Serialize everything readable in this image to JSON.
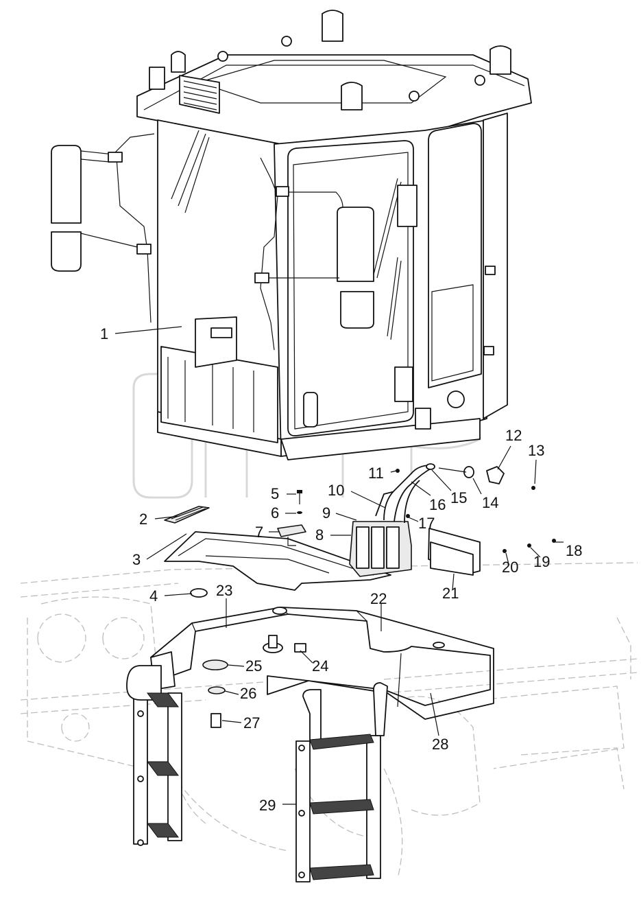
{
  "callouts": [
    {
      "label": "1"
    },
    {
      "label": "2"
    },
    {
      "label": "3"
    },
    {
      "label": "4"
    },
    {
      "label": "5"
    },
    {
      "label": "6"
    },
    {
      "label": "7"
    },
    {
      "label": "8"
    },
    {
      "label": "9"
    },
    {
      "label": "10"
    },
    {
      "label": "11"
    },
    {
      "label": "12"
    },
    {
      "label": "13"
    },
    {
      "label": "14"
    },
    {
      "label": "15"
    },
    {
      "label": "16"
    },
    {
      "label": "17"
    },
    {
      "label": "18"
    },
    {
      "label": "19"
    },
    {
      "label": "20"
    },
    {
      "label": "21"
    },
    {
      "label": "22"
    },
    {
      "label": "23"
    },
    {
      "label": "24"
    },
    {
      "label": "25"
    },
    {
      "label": "26"
    },
    {
      "label": "27"
    },
    {
      "label": "28"
    },
    {
      "label": "29"
    }
  ],
  "colors": {
    "line": "#111111",
    "ghost": "#bdbdbd",
    "watermark": "#d8d8d8"
  }
}
